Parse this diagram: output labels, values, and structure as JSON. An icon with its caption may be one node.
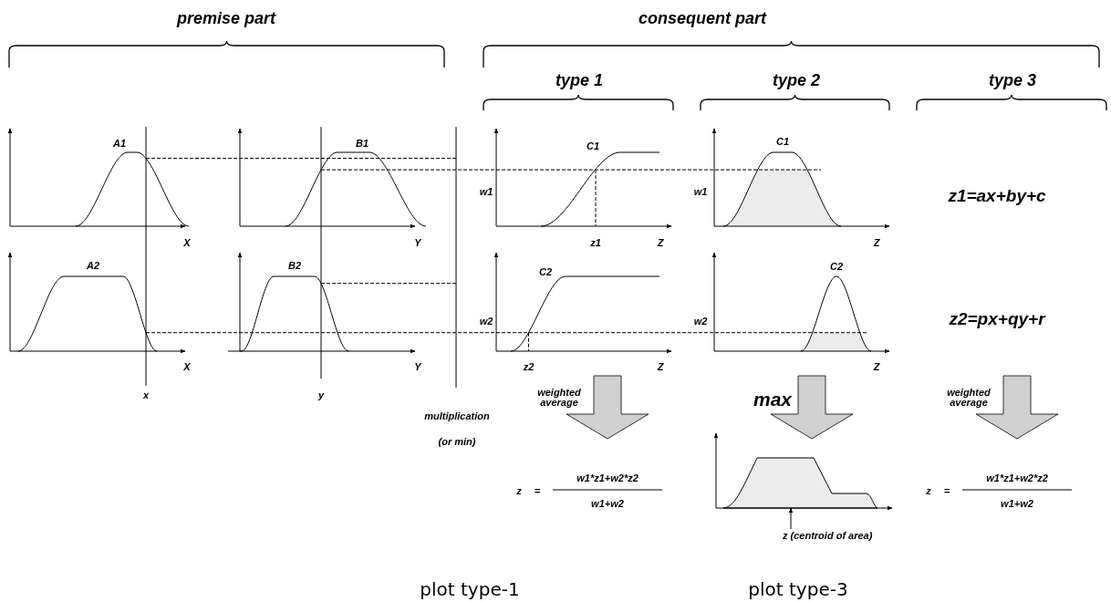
{
  "diagram": {
    "nodes": [
      {
        "text": [
          "z (centroid of area)"
        ]
      },
      {
        "text": [],
        "shape": "picture"
      }
    ],
    "edges": [
      {
        "from": 0,
        "to": 1,
        "arrow": "to"
      }
    ],
    "labels": [
      "premise part",
      "consequent part",
      "type 1",
      "type 2",
      "type 3",
      "A1",
      "B1",
      "C1",
      "C1",
      "w1",
      "w1",
      "z1=ax+by+c",
      "X",
      "Y",
      "z1",
      "Z",
      "Z",
      "A2",
      "B2",
      "C2",
      "C2",
      "w2",
      "w2",
      "z2=px+qy+r",
      "X",
      "Y",
      "z2",
      "Z",
      "Z",
      "x",
      "y",
      "weighted average",
      "max",
      "weighted average",
      "multiplication",
      "(or min)",
      "z",
      "=",
      "w1*z1+w2*z2",
      "w1+w2",
      "z",
      "=",
      "w1*z1+w2*z2",
      "w1+w2",
      "plot type-1",
      "plot type-3"
    ]
  }
}
